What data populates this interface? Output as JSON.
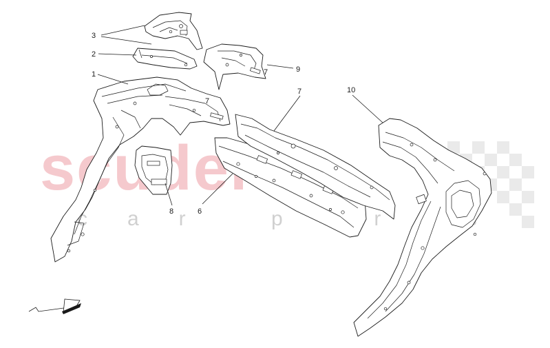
{
  "diagram": {
    "watermark": {
      "brand": "scuderia",
      "tagline": "car parts",
      "brand_color": "#f2b8bd",
      "tagline_color": "#d0d0d0"
    },
    "callouts": [
      {
        "id": "callout-1",
        "label": "1"
      },
      {
        "id": "callout-2",
        "label": "2"
      },
      {
        "id": "callout-3",
        "label": "3"
      },
      {
        "id": "callout-6",
        "label": "6"
      },
      {
        "id": "callout-7",
        "label": "7"
      },
      {
        "id": "callout-8",
        "label": "8"
      },
      {
        "id": "callout-9",
        "label": "9"
      },
      {
        "id": "callout-10",
        "label": "10"
      }
    ],
    "line_color": "#1a1a1a"
  }
}
